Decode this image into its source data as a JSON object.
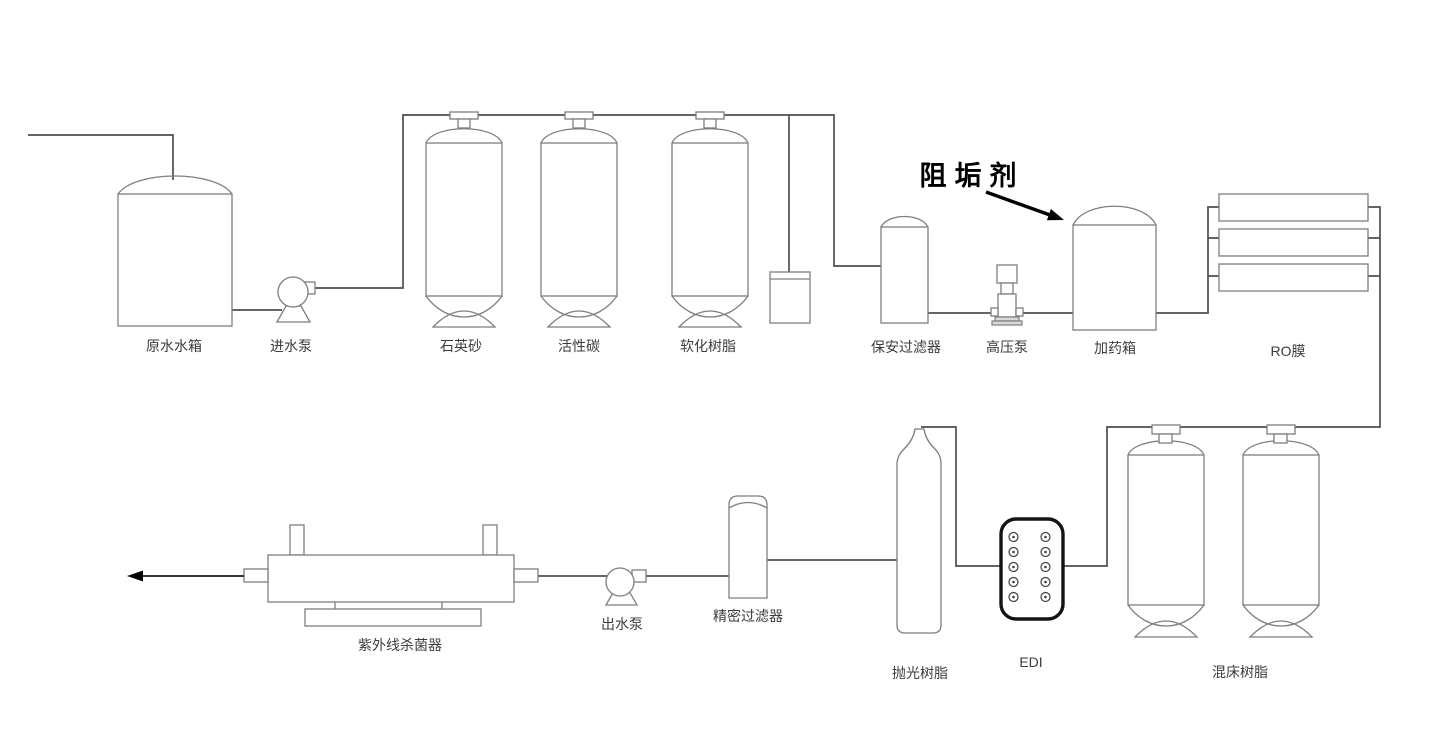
{
  "colors": {
    "background": "#ffffff",
    "pipe": "#4f4f4f",
    "outline": "#7e7e7e",
    "label-text": "#3c3c3c",
    "annotation": "#000000",
    "edi-border": "#141414",
    "pump-base-fill": "#d9d9d9"
  },
  "diagram": {
    "annotation": {
      "label": "阻垢剂"
    },
    "top_row": {
      "raw_water_tank": "原水水箱",
      "inlet_pump": "进水泵",
      "quartz_sand": "石英砂",
      "activated_carbon": "活性碳",
      "softening_resin": "软化树脂",
      "security_filter": "保安过滤器",
      "high_pressure_pump": "高压泵",
      "dosing_tank": "加药箱",
      "ro_membrane": "RO膜"
    },
    "bottom_row": {
      "uv_sterilizer": "紫外线杀菌器",
      "outlet_pump": "出水泵",
      "precision_filter": "精密过滤器",
      "polishing_resin": "抛光树脂",
      "edi": "EDI",
      "mixed_bed_resin": "混床树脂"
    }
  }
}
